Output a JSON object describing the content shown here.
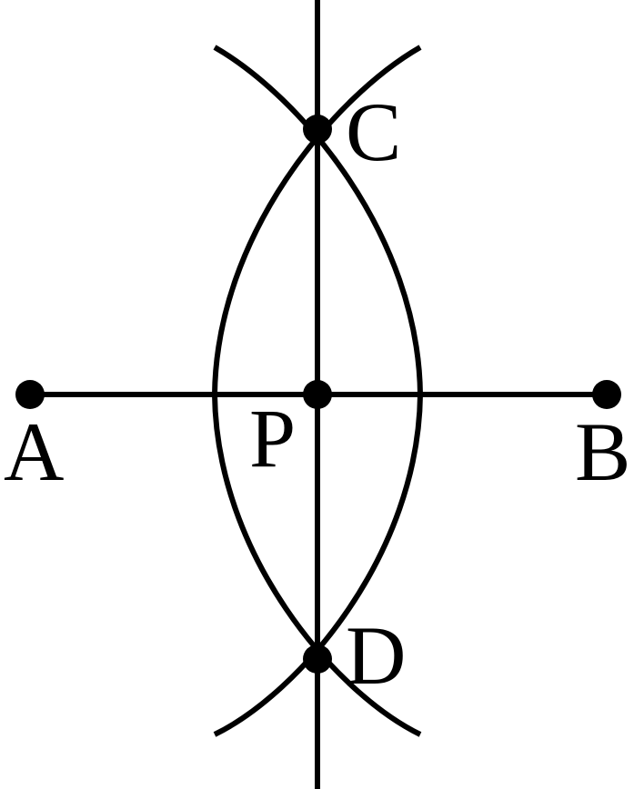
{
  "diagram": {
    "points": [
      {
        "id": "A",
        "label": "A"
      },
      {
        "id": "B",
        "label": "B"
      },
      {
        "id": "C",
        "label": "C"
      },
      {
        "id": "D",
        "label": "D"
      },
      {
        "id": "P",
        "label": "P"
      }
    ],
    "colors": {
      "stroke": "#000000",
      "background": "#ffffff"
    }
  }
}
